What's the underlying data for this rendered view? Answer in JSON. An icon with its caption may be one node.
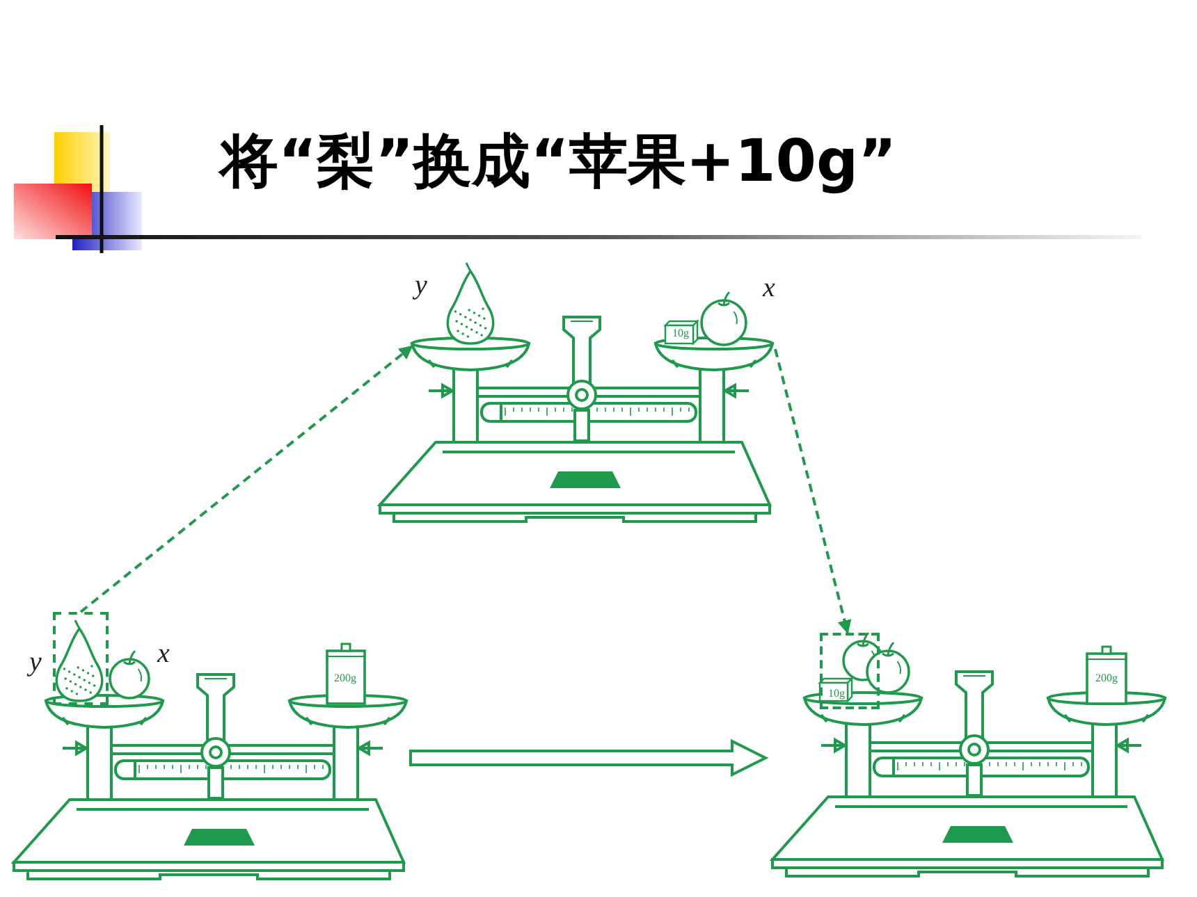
{
  "diagram": {
    "title": "将“梨”换成“苹果+10g”",
    "nodes": [
      {
        "text": [
          "y",
          "x",
          "10g"
        ]
      },
      {
        "text": [
          "y",
          "x",
          "200g"
        ]
      },
      {
        "text": [],
        "shape": "box",
        "in": 1
      },
      {
        "text": [
          "200g"
        ]
      },
      {
        "text": [
          "10g"
        ],
        "in": 3
      }
    ],
    "edges": [
      {
        "from": 2,
        "to": 0,
        "arrow": "to",
        "style": "dashed"
      },
      {
        "from": 0,
        "to": 4,
        "arrow": "to",
        "style": "dashed"
      },
      {
        "from": 1,
        "to": 3,
        "arrow": "to",
        "style": "thick"
      }
    ]
  }
}
